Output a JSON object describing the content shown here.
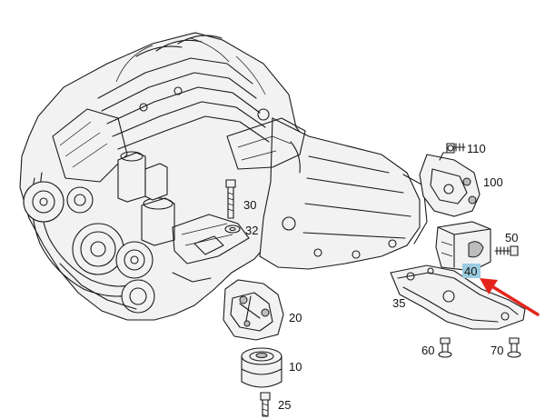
{
  "parts": [
    {
      "id": "p110",
      "number": "110"
    },
    {
      "id": "p100",
      "number": "100"
    },
    {
      "id": "p30",
      "number": "30"
    },
    {
      "id": "p32",
      "number": "32"
    },
    {
      "id": "p50",
      "number": "50"
    },
    {
      "id": "p40",
      "number": "40",
      "highlighted": true
    },
    {
      "id": "p35",
      "number": "35"
    },
    {
      "id": "p20",
      "number": "20"
    },
    {
      "id": "p10",
      "number": "10"
    },
    {
      "id": "p60",
      "number": "60"
    },
    {
      "id": "p70",
      "number": "70"
    },
    {
      "id": "p25",
      "number": "25"
    }
  ],
  "colors": {
    "highlight": "#9ccbe0",
    "arrow": "#e3241b",
    "line": "#1a1a1a"
  }
}
